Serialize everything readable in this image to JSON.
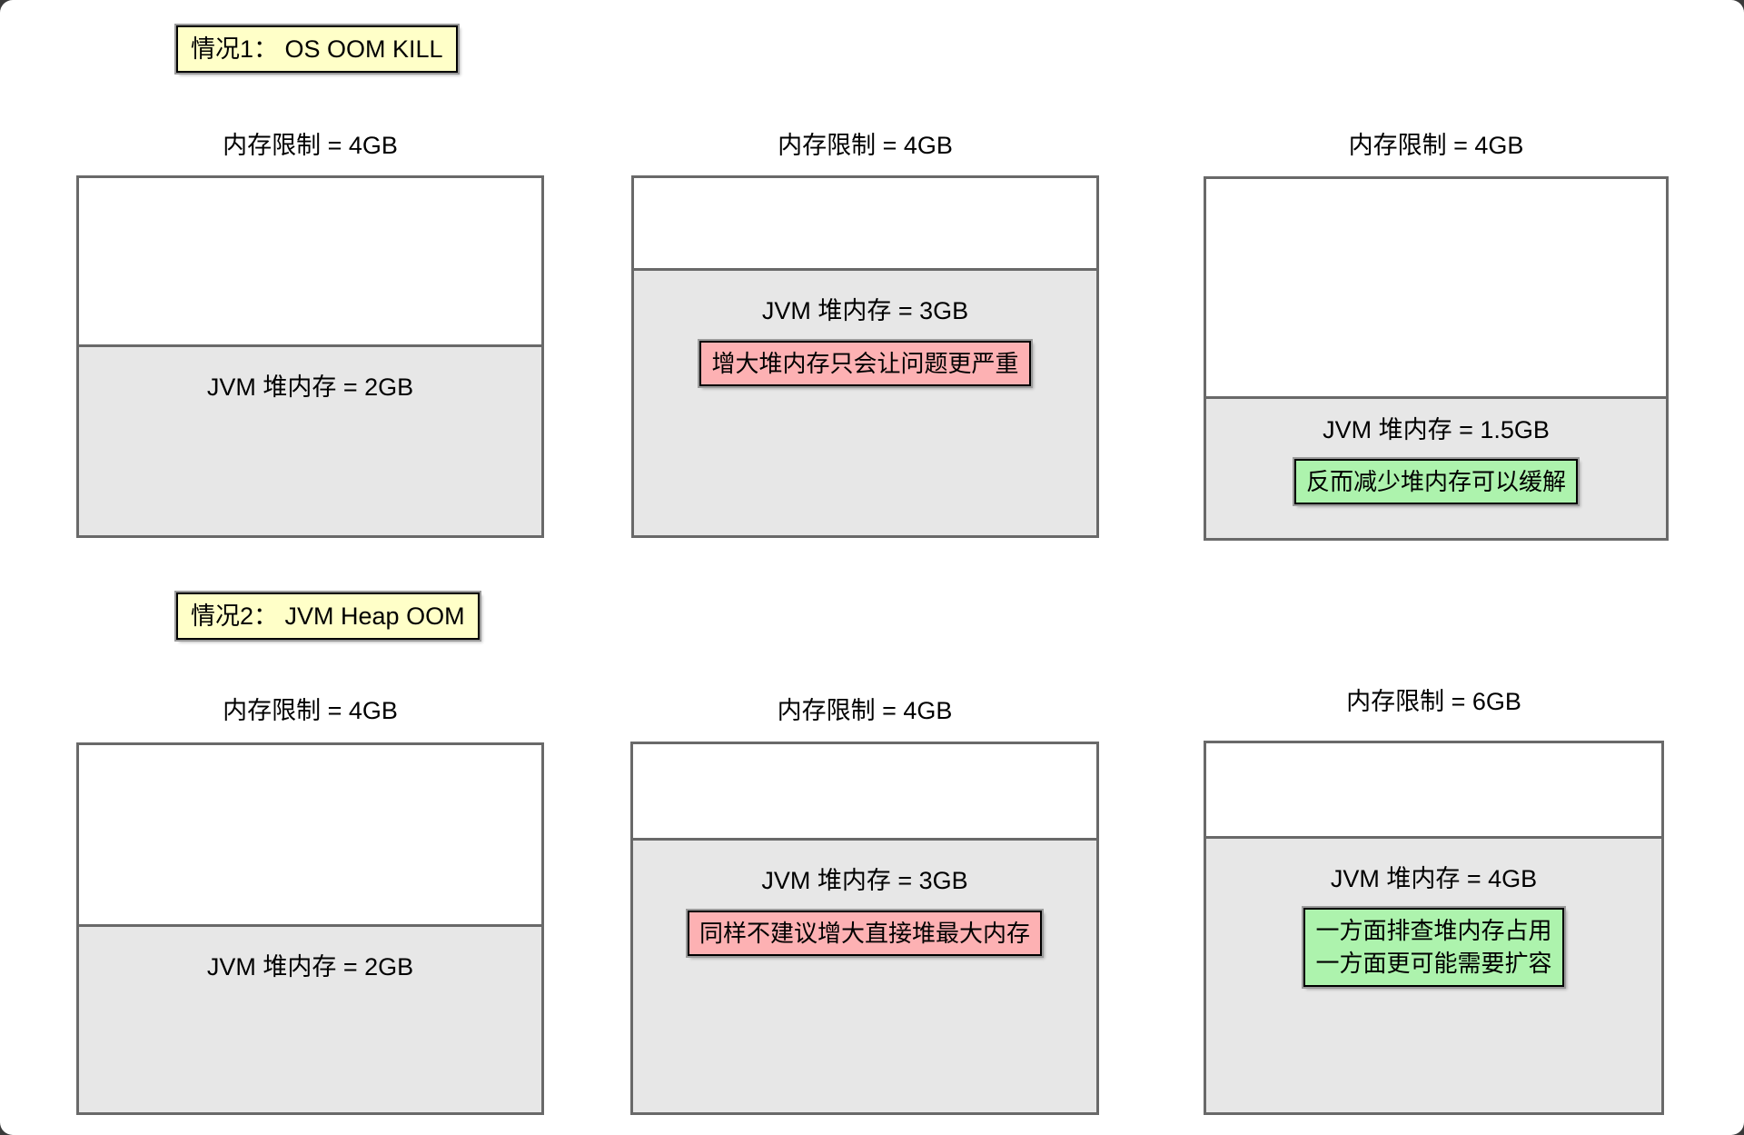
{
  "colors": {
    "case_title_bg": "#FFFFC8",
    "badge_red": "#FDB1B3",
    "badge_green": "#ADF3AD",
    "heap_fill": "#E7E7E7",
    "box_border": "#696969"
  },
  "cases": [
    {
      "title": "情况1： OS OOM KILL",
      "diagrams": [
        {
          "limit": "内存限制 = 4GB",
          "heap": "JVM 堆内存 = 2GB",
          "heap_height": "53.4%"
        },
        {
          "limit": "内存限制 = 4GB",
          "heap": "JVM 堆内存 = 3GB",
          "heap_height": "74.7%",
          "badge": "增大堆内存只会让问题更严重",
          "badge_type": "red"
        },
        {
          "limit": "内存限制 = 4GB",
          "heap": "JVM 堆内存 = 1.5GB",
          "heap_height": "39.6%",
          "badge": "反而减少堆内存可以缓解",
          "badge_type": "green"
        }
      ]
    },
    {
      "title": "情况2： JVM Heap OOM",
      "diagrams": [
        {
          "limit": "内存限制 = 4GB",
          "heap": "JVM 堆内存 = 2GB",
          "heap_height": "51.2%"
        },
        {
          "limit": "内存限制 = 4GB",
          "heap": "JVM 堆内存 = 3GB",
          "heap_height": "74.5%",
          "badge": "同样不建议增大直接堆最大内存",
          "badge_type": "red"
        },
        {
          "limit": "内存限制 = 6GB",
          "heap": "JVM 堆内存 = 4GB",
          "heap_height": "75.0%",
          "badge": "一方面排查堆内存占用\n一方面更可能需要扩容",
          "badge_type": "green"
        }
      ]
    }
  ]
}
